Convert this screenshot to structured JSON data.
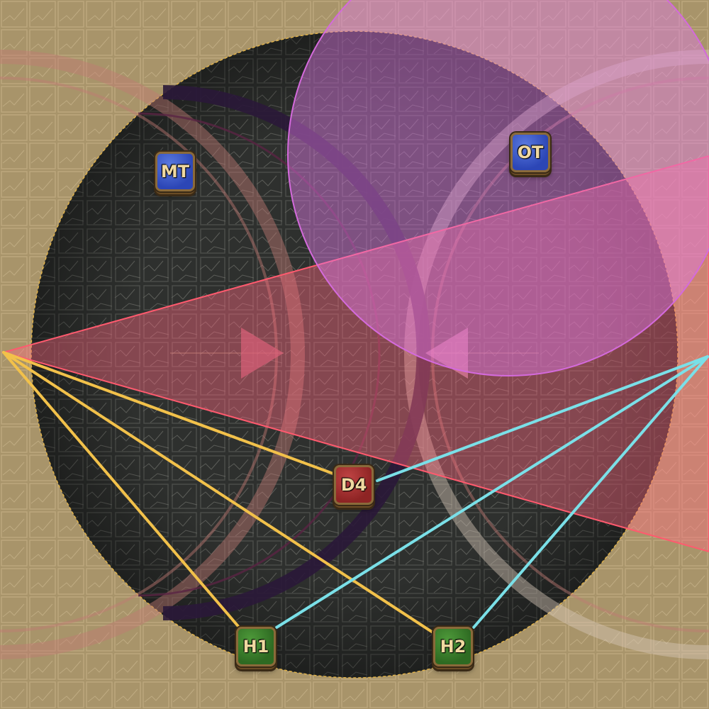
{
  "arena": {
    "name": "",
    "colors": {
      "outer_floor": "#a8946a",
      "inner_floor": "#2e302e",
      "cone_aoe": "#ff6a80",
      "circle_aoe": "#e07ae6",
      "tether_yellow": "#f2c14a",
      "tether_cyan": "#7ae0e8",
      "dark_arc": "#2a1838",
      "tank_token": "#2c46b6",
      "dps_token": "#8e2424",
      "healer_token": "#2e6a22"
    }
  },
  "players": [
    {
      "id": "MT",
      "label": "MT",
      "role": "tank"
    },
    {
      "id": "OT",
      "label": "OT",
      "role": "tank"
    },
    {
      "id": "D4",
      "label": "D4",
      "role": "dps"
    },
    {
      "id": "H1",
      "label": "H1",
      "role": "healer"
    },
    {
      "id": "H2",
      "label": "H2",
      "role": "healer"
    }
  ],
  "mechanics": {
    "cone": {
      "name": "cone-aoe",
      "icon": "cone-aoe-icon"
    },
    "circle": {
      "name": "circle-aoe",
      "icon": "circle-aoe-icon"
    },
    "tethers": [
      {
        "from": "west-source",
        "to": "D4",
        "color": "yellow"
      },
      {
        "from": "west-source",
        "to": "H1",
        "color": "yellow"
      },
      {
        "from": "west-source",
        "to": "H2",
        "color": "yellow"
      },
      {
        "from": "east-source",
        "to": "D4",
        "color": "cyan"
      },
      {
        "from": "east-source",
        "to": "H1",
        "color": "cyan"
      },
      {
        "from": "east-source",
        "to": "H2",
        "color": "cyan"
      }
    ]
  }
}
